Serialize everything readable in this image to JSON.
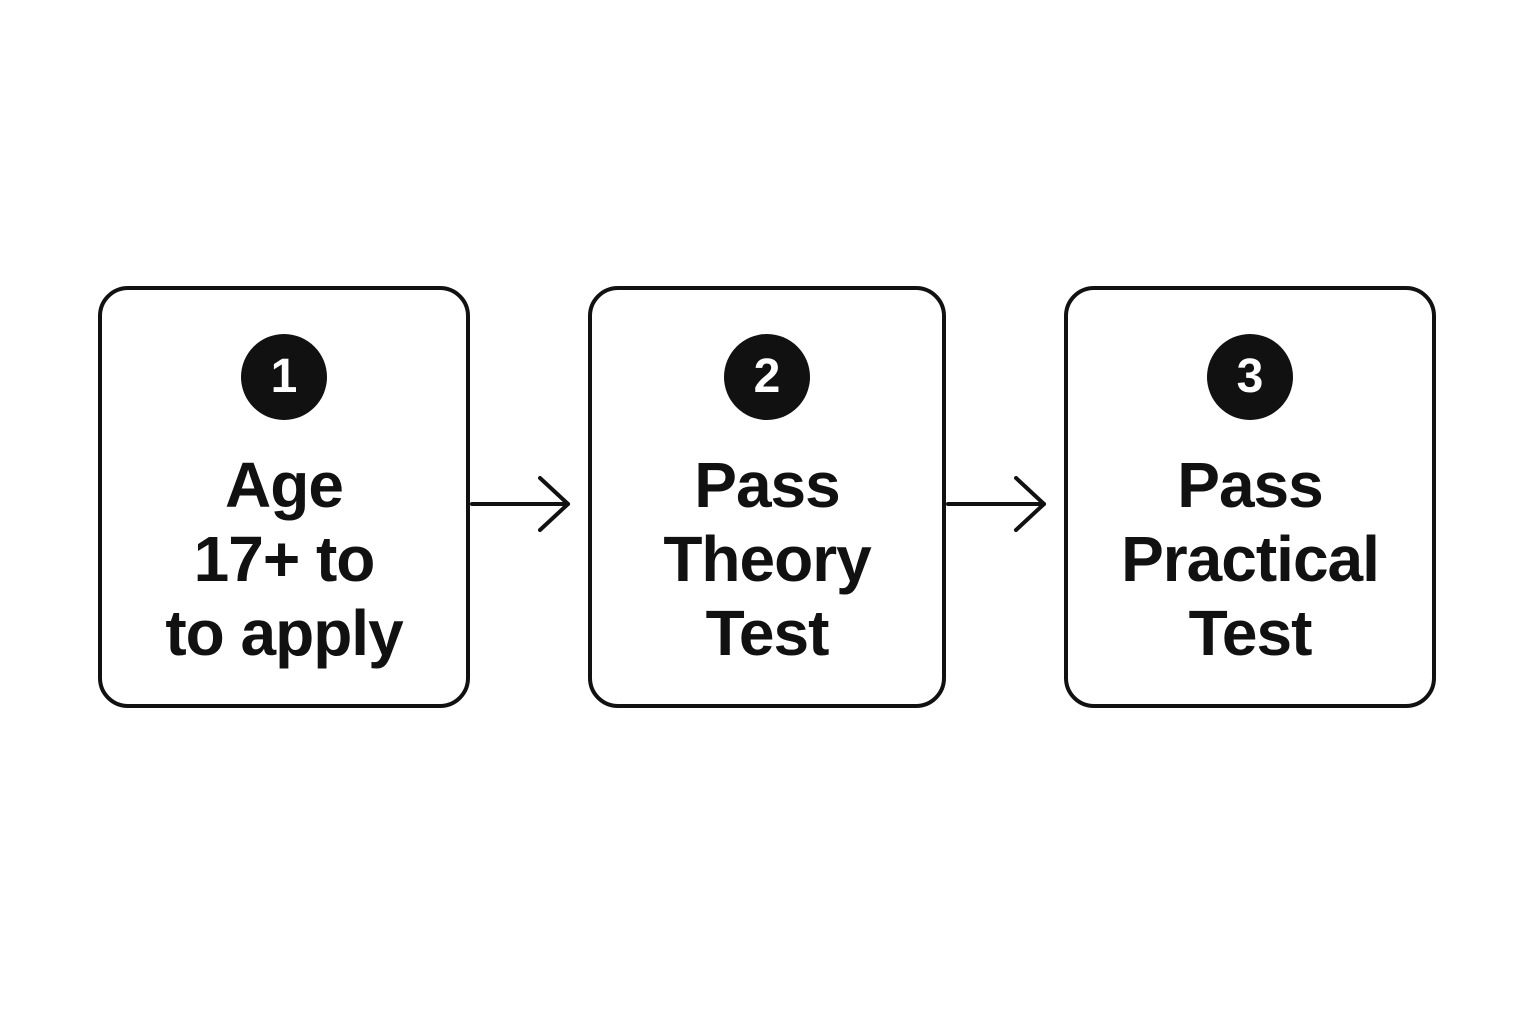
{
  "steps": [
    {
      "number": "1",
      "lines": [
        "Age",
        "17+ to",
        "to apply"
      ]
    },
    {
      "number": "2",
      "lines": [
        "Pass",
        "Theory",
        "Test"
      ]
    },
    {
      "number": "3",
      "lines": [
        "Pass",
        "Practical",
        "Test"
      ]
    }
  ],
  "icons": {
    "connector": "arrow-right-icon"
  },
  "colors": {
    "ink": "#111111",
    "background": "#ffffff"
  }
}
